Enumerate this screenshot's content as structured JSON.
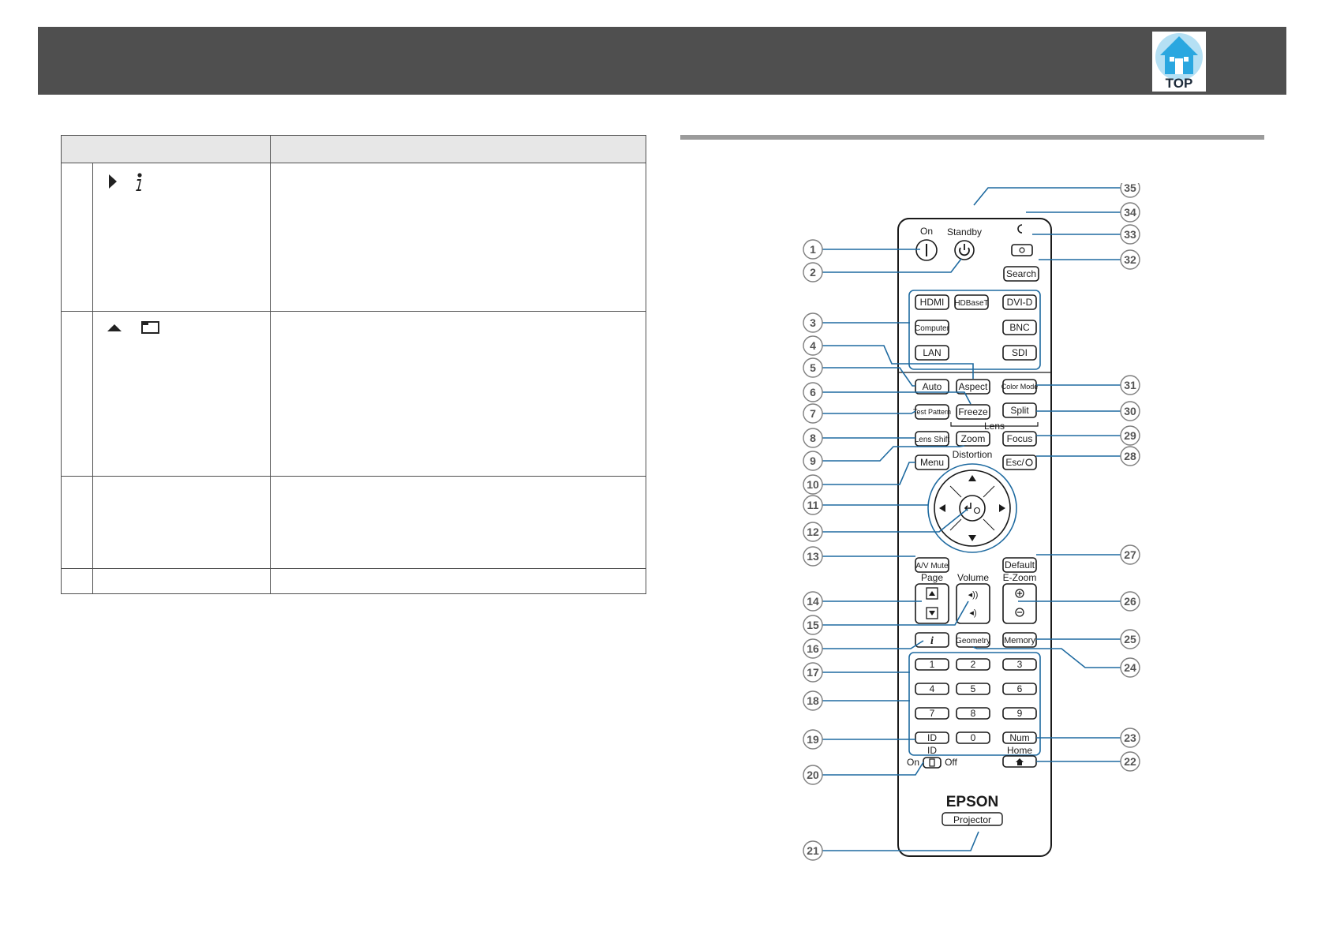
{
  "header": {
    "logo": {
      "label": "TOP",
      "icon": "home-icon",
      "color": "#2aa7e0"
    }
  },
  "parts_table": {
    "rows": [
      {
        "icons": [
          "right-arrow-icon",
          "info-icon"
        ]
      },
      {
        "icons": [
          "up-arrow-icon",
          "aspect-icon"
        ]
      },
      {
        "icons": []
      },
      {
        "icons": []
      }
    ]
  },
  "remote": {
    "brand": "EPSON",
    "model": "Projector",
    "labels": {
      "on": "On",
      "standby": "Standby",
      "lens": "Lens",
      "distortion": "Distortion",
      "page": "Page",
      "volume": "Volume",
      "ezoom": "E-Zoom",
      "home": "Home",
      "id": "ID",
      "id_on": "On",
      "id_off": "Off"
    },
    "buttons": {
      "search": "Search",
      "hdmi": "HDMI",
      "hdbaset": "HDBaseT",
      "dvid": "DVI-D",
      "computer": "Computer",
      "bnc": "BNC",
      "lan": "LAN",
      "sdi": "SDI",
      "auto": "Auto",
      "aspect": "Aspect",
      "colormode": "Color Mode",
      "freeze": "Freeze",
      "split": "Split",
      "testpattern": "Test Pattern",
      "lensshift": "Lens Shift",
      "zoom": "Zoom",
      "focus": "Focus",
      "menu": "Menu",
      "esc": "Esc/",
      "avmute": "A/V Mute",
      "default": "Default",
      "geometry": "Geometry",
      "memory": "Memory",
      "id": "ID",
      "num": "Num",
      "n1": "1",
      "n2": "2",
      "n3": "3",
      "n4": "4",
      "n5": "5",
      "n6": "6",
      "n7": "7",
      "n8": "8",
      "n9": "9",
      "n0": "0"
    },
    "callouts": [
      "1",
      "2",
      "3",
      "4",
      "5",
      "6",
      "7",
      "8",
      "9",
      "10",
      "11",
      "12",
      "13",
      "14",
      "15",
      "16",
      "17",
      "18",
      "19",
      "20",
      "21",
      "22",
      "23",
      "24",
      "25",
      "26",
      "27",
      "28",
      "29",
      "30",
      "31",
      "32",
      "33",
      "34",
      "35"
    ]
  }
}
